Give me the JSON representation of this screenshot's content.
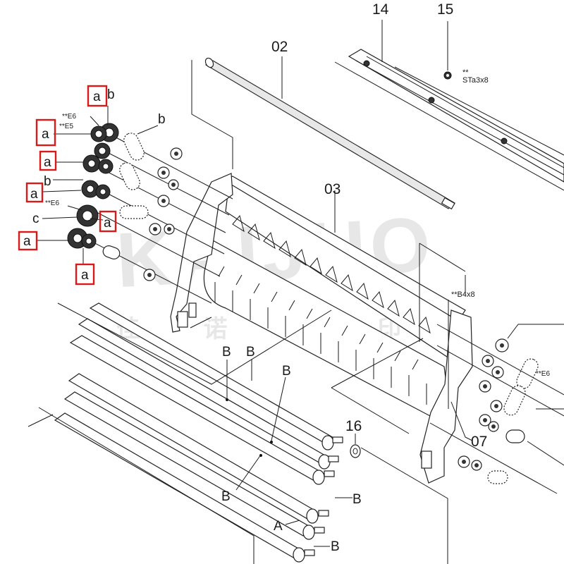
{
  "watermark": {
    "latin": "KAIJUO",
    "cjk": "佳 诺 影 印"
  },
  "part_numbers": {
    "p14": "14",
    "p15": "15",
    "p02": "02",
    "p03": "03",
    "p16": "16",
    "p07": "07"
  },
  "screw_notes": {
    "sta3x8_stars": "**",
    "sta3x8": "STa3x8",
    "b4x8": "**B4x8",
    "e6_top": "**E6",
    "e5": "**E5",
    "e6_left": "**E6",
    "e6_right": "**E6"
  },
  "letters": {
    "a_boxes": [
      "a",
      "a",
      "a",
      "a",
      "a",
      "a",
      "a"
    ],
    "b_gear_top": "b",
    "b_belt": "b",
    "b_left": "b",
    "c_left": "c",
    "B_list": [
      "B",
      "B",
      "B",
      "B",
      "B",
      "B"
    ],
    "A": "A"
  },
  "colors": {
    "highlight": "#d91a1a",
    "ink": "#1a1a1a"
  }
}
